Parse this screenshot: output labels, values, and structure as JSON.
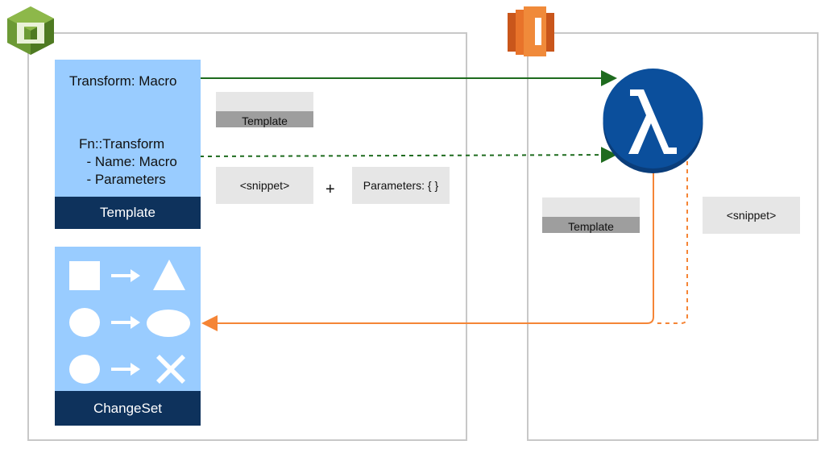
{
  "template_card": {
    "line1": "Transform: Macro",
    "fn_block": "Fn::Transform\n  - Name: Macro\n  - Parameters",
    "footer": "Template"
  },
  "changeset_card": {
    "footer": "ChangeSet"
  },
  "chips": {
    "template_top": "Template",
    "snippet_left": "<snippet>",
    "plus": "+",
    "parameters": "Parameters: {  }",
    "template_right": "Template",
    "snippet_right": "<snippet>"
  },
  "colors": {
    "green": "#1e6b1e",
    "orange": "#f58536",
    "navy": "#0e325c",
    "light_blue": "#99ccff",
    "cloudformation_green": "#5b8a2a",
    "lambda_orange": "#e8732a",
    "lambda_blue": "#0b4f9c"
  },
  "icons": {
    "cloudformation": "cloudformation-icon",
    "lambda_service": "lambda-service-icon",
    "lambda_function": "lambda-function-icon"
  }
}
